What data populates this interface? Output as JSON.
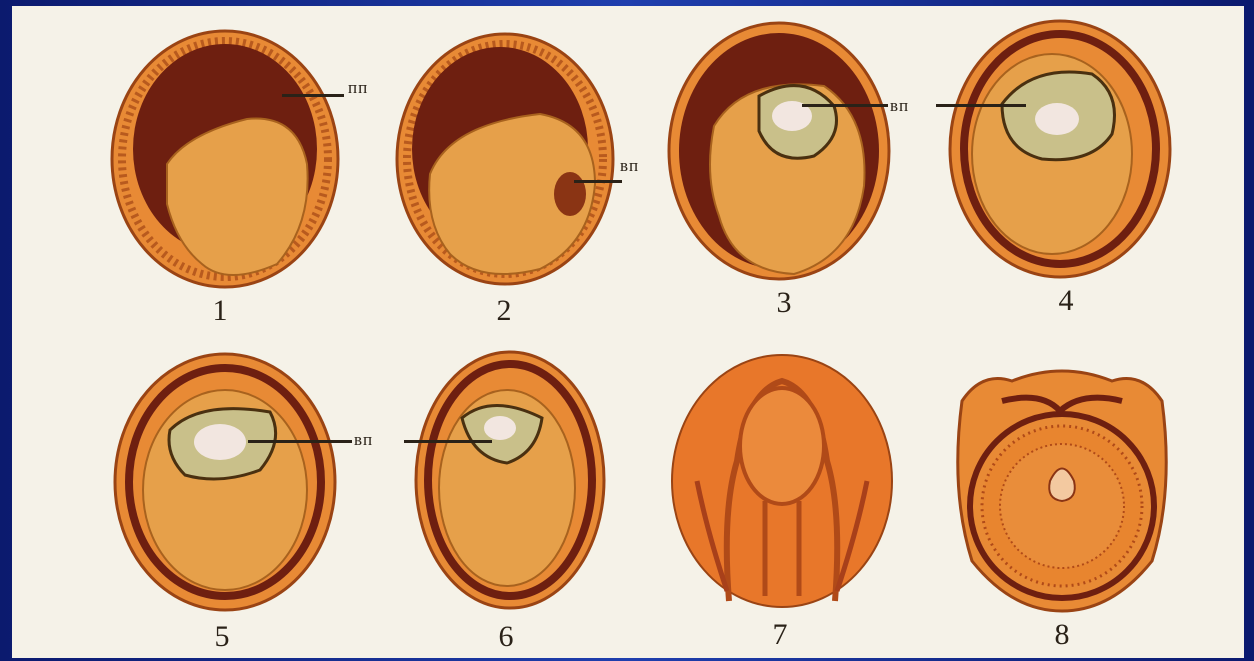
{
  "figure": {
    "stages": [
      {
        "number": "1",
        "label": "пп"
      },
      {
        "number": "2",
        "label": "вп"
      },
      {
        "number": "3",
        "label": "вп"
      },
      {
        "number": "4",
        "label": ""
      },
      {
        "number": "5",
        "label": "вп"
      },
      {
        "number": "6",
        "label": ""
      },
      {
        "number": "7",
        "label": ""
      },
      {
        "number": "8",
        "label": ""
      }
    ]
  },
  "colors": {
    "background": "#1f3fae",
    "panel": "#f5f2e8",
    "embryo_orange": "#e8862e",
    "embryo_dark": "#5a1e0c",
    "yolk": "#e6a04a"
  }
}
